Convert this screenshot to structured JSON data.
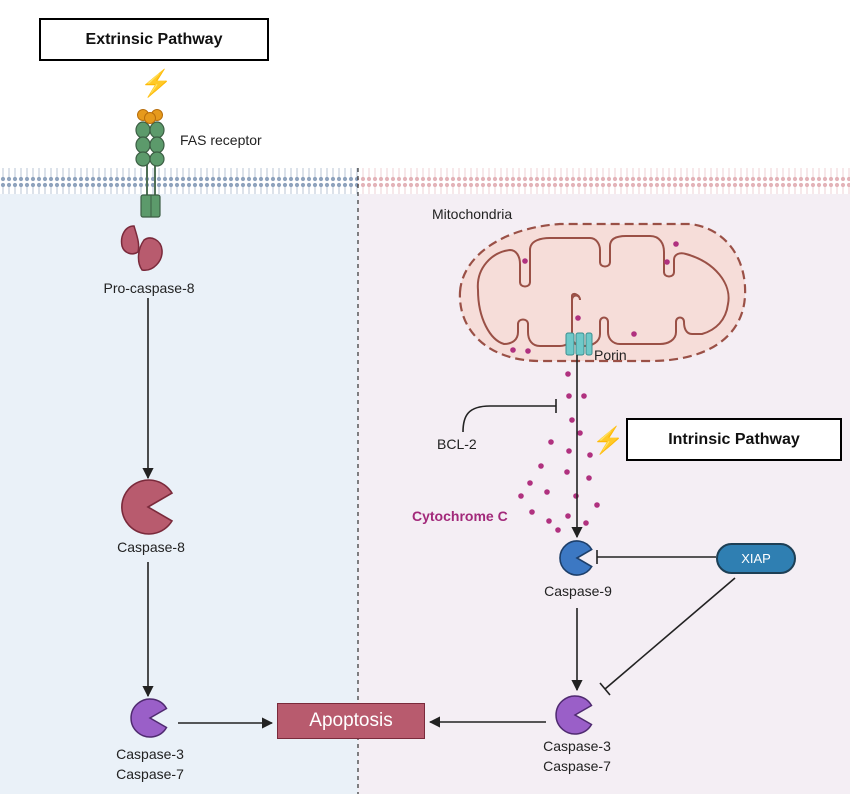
{
  "labels": {
    "extrinsic_pathway": "Extrinsic Pathway",
    "intrinsic_pathway": "Intrinsic Pathway",
    "fas_receptor": "FAS receptor",
    "pro_caspase_8": "Pro-caspase-8",
    "caspase_8": "Caspase-8",
    "caspase_3_left": "Caspase-3",
    "caspase_7_left": "Caspase-7",
    "apoptosis": "Apoptosis",
    "mitochondria": "Mitochondria",
    "porin": "Porin",
    "bcl_2": "BCL-2",
    "cytochrome_c": "Cytochrome C",
    "caspase_9": "Caspase-9",
    "xiap": "XIAP",
    "caspase_3_right": "Caspase-3",
    "caspase_7_right": "Caspase-7"
  },
  "colors": {
    "extrinsic_region": "#eaf1f8",
    "intrinsic_region": "#f4eef4",
    "membrane_left": "#8fa3bd",
    "membrane_right": "#e3b3b8",
    "caspase_8": "#b85b6e",
    "caspase_9": "#3c78c3",
    "caspase_3_7": "#9a5fc8",
    "apoptosis": "#b85b6e",
    "xiap": "#2f7fb2",
    "cytochrome_c": "#b0317f",
    "lightning": "#f29a1a",
    "mitochondria_fill": "#f6ddd9",
    "mitochondria_outline": "#9a5046"
  },
  "icons": {
    "stimulus": "lightning-bolt-icon"
  }
}
